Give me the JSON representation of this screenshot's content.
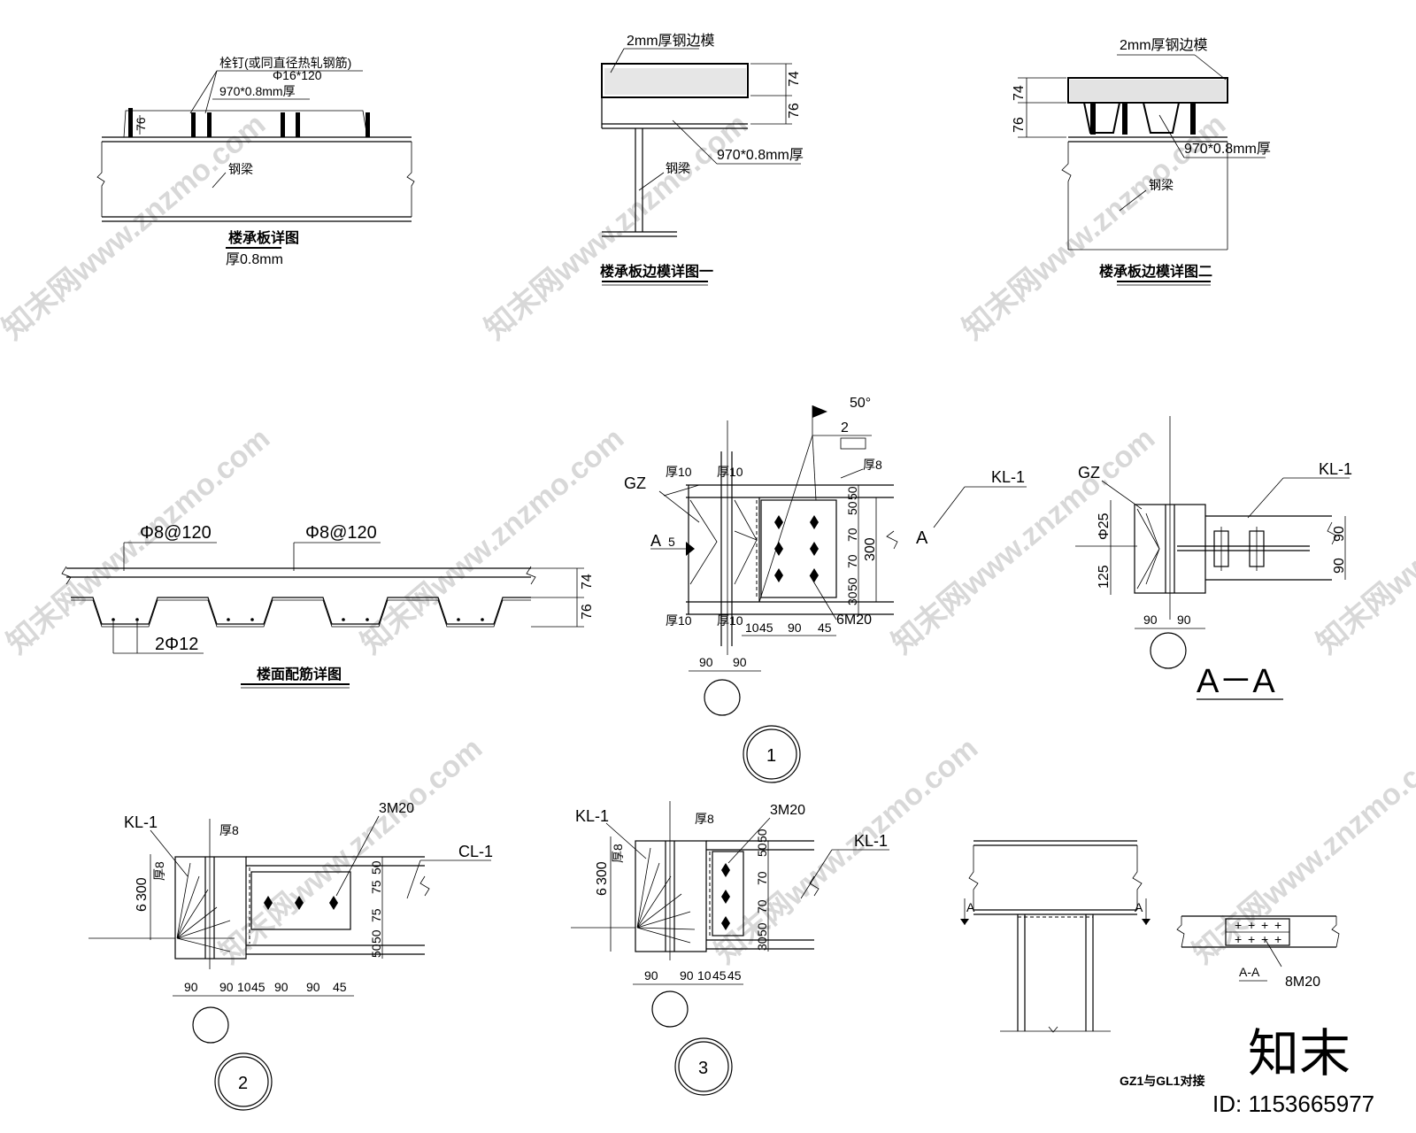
{
  "watermark_text": "知末网www.znzmo.com",
  "brand": {
    "logo_text": "知末",
    "id_label": "ID: 1153665977"
  },
  "details": {
    "deck": {
      "title": "楼承板详图",
      "subtitle": "厚0.8mm",
      "stud_label": "栓钉(或同直径热轧钢筋)",
      "stud_spec": "Φ16*120",
      "deck_spec": "970*0.8mm厚",
      "dim_76": "76",
      "beam_label": "钢梁"
    },
    "edge1": {
      "title": "楼承板边模详图一",
      "edge_form": "2mm厚钢边模",
      "deck_spec": "970*0.8mm厚",
      "beam_label": "钢梁",
      "dim_74": "74",
      "dim_76": "76"
    },
    "edge2": {
      "title": "楼承板边模详图二",
      "edge_form": "2mm厚钢边模",
      "deck_spec": "970*0.8mm厚",
      "beam_label": "钢梁",
      "dim_74": "74",
      "dim_76": "76"
    },
    "rebar": {
      "title": "楼面配筋详图",
      "top_bar_left": "Φ8@120",
      "top_bar_right": "Φ8@120",
      "bottom_bar": "2Φ12",
      "dim_74": "74",
      "dim_76": "76"
    },
    "conn1": {
      "number": "1",
      "gz": "GZ",
      "kl": "KL-1",
      "plate_tl": "厚10",
      "plate_tr": "厚10",
      "plate_bl": "厚10",
      "plate_br": "厚10",
      "plate8": "厚8",
      "weld_size": "2",
      "weld_angle": "50°",
      "section_mark": "A",
      "weld_mark": "5",
      "bolts": "6M20",
      "dim_v": [
        "50",
        "50",
        "70",
        "70",
        "50",
        "30",
        "300"
      ],
      "dim_h": [
        "10",
        "45",
        "90",
        "45"
      ],
      "dim_bottom": [
        "90",
        "90"
      ]
    },
    "sectionAA": {
      "title": "A－A",
      "gz": "GZ",
      "kl": "KL-1",
      "dim_v": [
        "Φ25",
        "125"
      ],
      "dim_r": [
        "90",
        "90"
      ],
      "dim_bottom": [
        "90",
        "90"
      ]
    },
    "conn2": {
      "number": "2",
      "kl": "KL-1",
      "cl": "CL-1",
      "plate8_top": "厚8",
      "plate8_side": "厚8",
      "weld": "6",
      "weld_ang": "300",
      "bolts": "3M20",
      "dim_v": [
        "50",
        "75",
        "75",
        "50",
        "50"
      ],
      "dim_h": [
        "90",
        "90",
        "10",
        "45",
        "90",
        "90",
        "45"
      ]
    },
    "conn3": {
      "number": "3",
      "kl_left": "KL-1",
      "kl_right": "KL-1",
      "plate8_top": "厚8",
      "plate8_side": "厚8",
      "weld": "6",
      "weld_ang": "300",
      "bolts": "3M20",
      "dim_v": [
        "50",
        "50",
        "70",
        "70",
        "50",
        "30"
      ],
      "dim_h": [
        "90",
        "90",
        "10",
        "45",
        "45"
      ]
    },
    "splice": {
      "title": "GZ1与GL1对接",
      "mark_a_left": "A",
      "mark_a_right": "A",
      "section_label": "A-A",
      "bolts": "8M20"
    }
  }
}
